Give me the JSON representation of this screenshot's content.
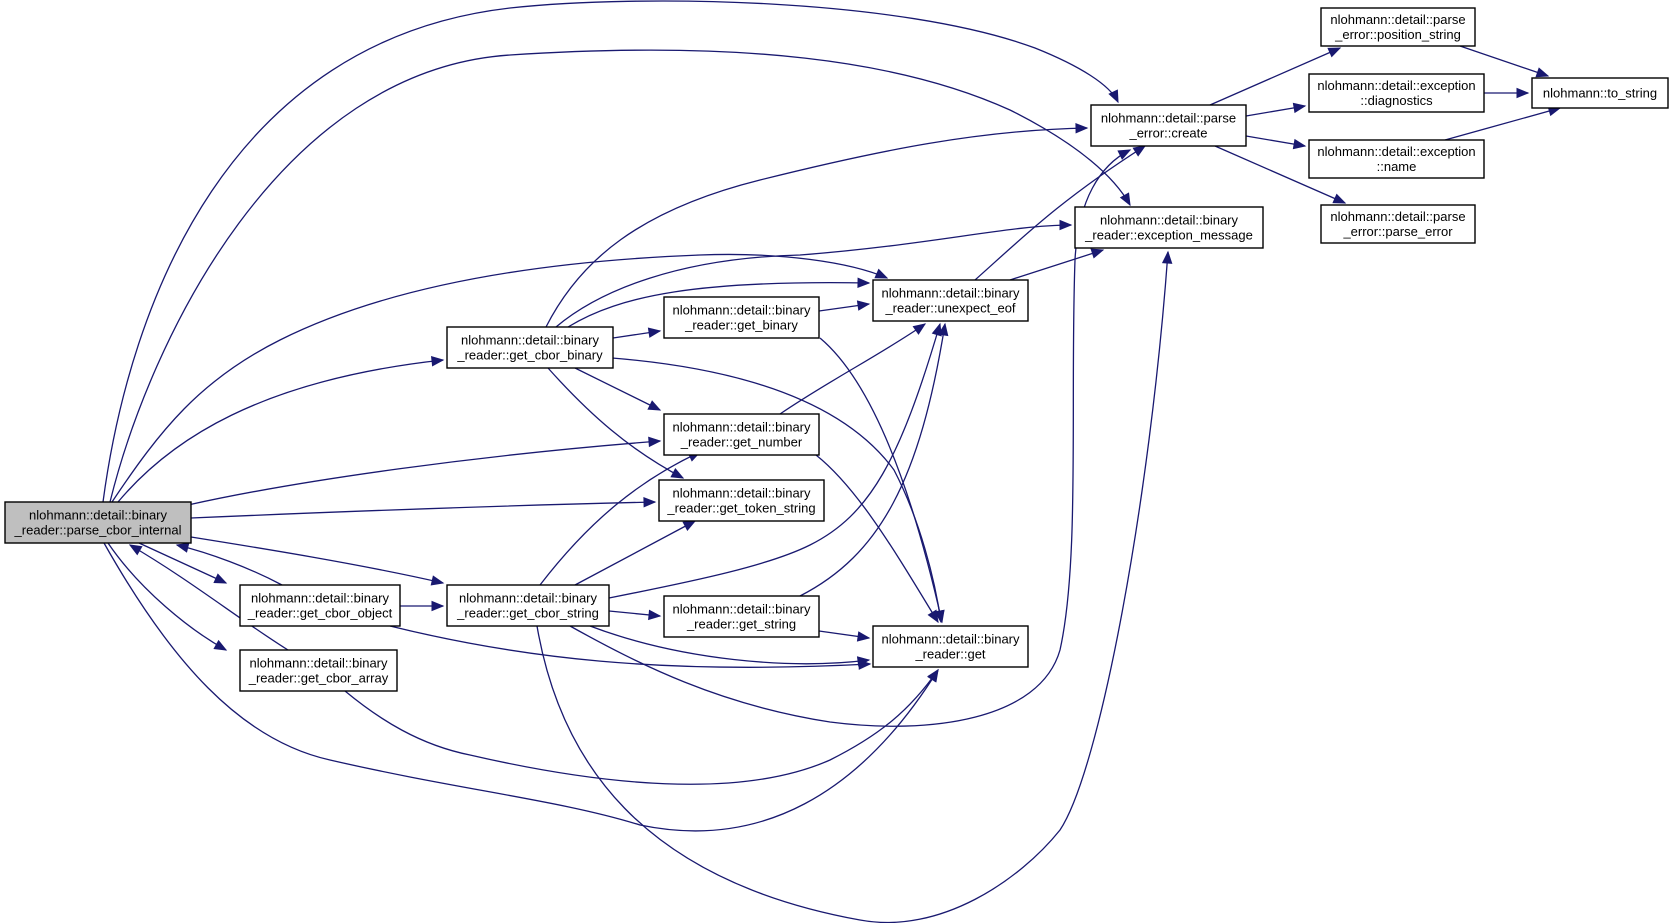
{
  "colors": {
    "edge": "#191970",
    "node_border": "#000000",
    "root_fill": "#bfbfbf",
    "node_fill": "#ffffff"
  },
  "nodes": [
    {
      "id": "root",
      "lines": [
        "nlohmann::detail::binary",
        "_reader::parse_cbor_internal"
      ],
      "highlight": true
    },
    {
      "id": "get_cbor_binary",
      "lines": [
        "nlohmann::detail::binary",
        "_reader::get_cbor_binary"
      ]
    },
    {
      "id": "get_cbor_object",
      "lines": [
        "nlohmann::detail::binary",
        "_reader::get_cbor_object"
      ]
    },
    {
      "id": "get_cbor_array",
      "lines": [
        "nlohmann::detail::binary",
        "_reader::get_cbor_array"
      ]
    },
    {
      "id": "get_cbor_string",
      "lines": [
        "nlohmann::detail::binary",
        "_reader::get_cbor_string"
      ]
    },
    {
      "id": "get_binary",
      "lines": [
        "nlohmann::detail::binary",
        "_reader::get_binary"
      ]
    },
    {
      "id": "get_number",
      "lines": [
        "nlohmann::detail::binary",
        "_reader::get_number"
      ]
    },
    {
      "id": "get_token_string",
      "lines": [
        "nlohmann::detail::binary",
        "_reader::get_token_string"
      ]
    },
    {
      "id": "get_string",
      "lines": [
        "nlohmann::detail::binary",
        "_reader::get_string"
      ]
    },
    {
      "id": "unexpect_eof",
      "lines": [
        "nlohmann::detail::binary",
        "_reader::unexpect_eof"
      ]
    },
    {
      "id": "get",
      "lines": [
        "nlohmann::detail::binary",
        "_reader::get"
      ]
    },
    {
      "id": "create",
      "lines": [
        "nlohmann::detail::parse",
        "_error::create"
      ]
    },
    {
      "id": "exception_message",
      "lines": [
        "nlohmann::detail::binary",
        "_reader::exception_message"
      ]
    },
    {
      "id": "position_string",
      "lines": [
        "nlohmann::detail::parse",
        "_error::position_string"
      ]
    },
    {
      "id": "diagnostics",
      "lines": [
        "nlohmann::detail::exception",
        "::diagnostics"
      ]
    },
    {
      "id": "name",
      "lines": [
        "nlohmann::detail::exception",
        "::name"
      ]
    },
    {
      "id": "parse_error",
      "lines": [
        "nlohmann::detail::parse",
        "_error::parse_error"
      ]
    },
    {
      "id": "to_string",
      "lines": [
        "nlohmann::to_string"
      ]
    }
  ],
  "edges": [
    [
      "root",
      "create"
    ],
    [
      "root",
      "exception_message"
    ],
    [
      "root",
      "unexpect_eof"
    ],
    [
      "root",
      "get_cbor_binary"
    ],
    [
      "root",
      "get_number"
    ],
    [
      "root",
      "get_token_string"
    ],
    [
      "root",
      "get_cbor_string"
    ],
    [
      "root",
      "get_cbor_object"
    ],
    [
      "root",
      "get_cbor_array"
    ],
    [
      "root",
      "get"
    ],
    [
      "get_cbor_object",
      "root"
    ],
    [
      "get_cbor_object",
      "get_cbor_string"
    ],
    [
      "get_cbor_object",
      "get"
    ],
    [
      "get_cbor_array",
      "root"
    ],
    [
      "get_cbor_array",
      "get"
    ],
    [
      "get_cbor_binary",
      "create"
    ],
    [
      "get_cbor_binary",
      "exception_message"
    ],
    [
      "get_cbor_binary",
      "unexpect_eof"
    ],
    [
      "get_cbor_binary",
      "get_binary"
    ],
    [
      "get_cbor_binary",
      "get_number"
    ],
    [
      "get_cbor_binary",
      "get_token_string"
    ],
    [
      "get_cbor_binary",
      "get"
    ],
    [
      "get_cbor_string",
      "get_number"
    ],
    [
      "get_cbor_string",
      "get_token_string"
    ],
    [
      "get_cbor_string",
      "unexpect_eof"
    ],
    [
      "get_cbor_string",
      "get_string"
    ],
    [
      "get_cbor_string",
      "get"
    ],
    [
      "get_cbor_string",
      "create"
    ],
    [
      "get_cbor_string",
      "exception_message"
    ],
    [
      "get_binary",
      "unexpect_eof"
    ],
    [
      "get_binary",
      "get"
    ],
    [
      "get_number",
      "unexpect_eof"
    ],
    [
      "get_number",
      "get"
    ],
    [
      "get_string",
      "unexpect_eof"
    ],
    [
      "get_string",
      "get"
    ],
    [
      "unexpect_eof",
      "create"
    ],
    [
      "unexpect_eof",
      "exception_message"
    ],
    [
      "create",
      "position_string"
    ],
    [
      "create",
      "diagnostics"
    ],
    [
      "create",
      "name"
    ],
    [
      "create",
      "parse_error"
    ],
    [
      "position_string",
      "to_string"
    ],
    [
      "diagnostics",
      "to_string"
    ],
    [
      "name",
      "to_string"
    ]
  ]
}
